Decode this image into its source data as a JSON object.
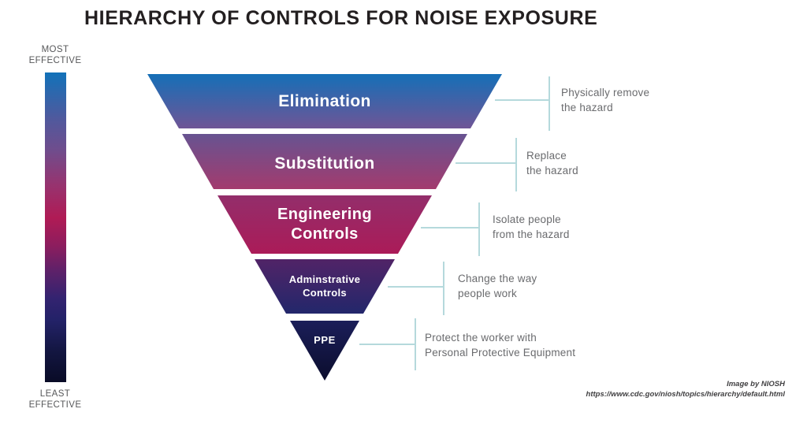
{
  "title": "HIERARCHY OF CONTROLS FOR NOISE EXPOSURE",
  "effectiveness_scale": {
    "top_label": "MOST EFFECTIVE",
    "bottom_label": "LEAST EFFECTIVE",
    "gradient_stops": [
      {
        "color": "#1272b9",
        "pos": 0
      },
      {
        "color": "#50599d",
        "pos": 15
      },
      {
        "color": "#6f4d8d",
        "pos": 25
      },
      {
        "color": "#963470",
        "pos": 36
      },
      {
        "color": "#b01b55",
        "pos": 47
      },
      {
        "color": "#8c1d5e",
        "pos": 56
      },
      {
        "color": "#5e2169",
        "pos": 64
      },
      {
        "color": "#332370",
        "pos": 73
      },
      {
        "color": "#232268",
        "pos": 80
      },
      {
        "color": "#131641",
        "pos": 90
      },
      {
        "color": "#090b26",
        "pos": 100
      }
    ]
  },
  "pyramid": {
    "connector_color": "#b5d9dc",
    "label_color": "#ffffff",
    "levels": [
      {
        "label": "Elimination",
        "description": "Physically remove\nthe hazard",
        "color_top": "#156fb7",
        "color_bottom": "#6f5596"
      },
      {
        "label": "Substitution",
        "description": "Replace\nthe hazard",
        "color_top": "#675391",
        "color_bottom": "#a33b6e"
      },
      {
        "label": "Engineering\nControls",
        "description": "Isolate people\nfrom the hazard",
        "color_top": "#932e6b",
        "color_bottom": "#ab1b58"
      },
      {
        "label": "Adminstrative\nControls",
        "description": "Change the way\npeople work",
        "color_top": "#512467",
        "color_bottom": "#23276b"
      },
      {
        "label": "PPE",
        "description": "Protect the worker with\nPersonal Protective Equipment",
        "color_top": "#1b1e59",
        "color_bottom": "#0b0d2d"
      }
    ]
  },
  "attribution": {
    "credit": "Image by NIOSH",
    "url": "https://www.cdc.gov/niosh/topics/hierarchy/default.html"
  }
}
